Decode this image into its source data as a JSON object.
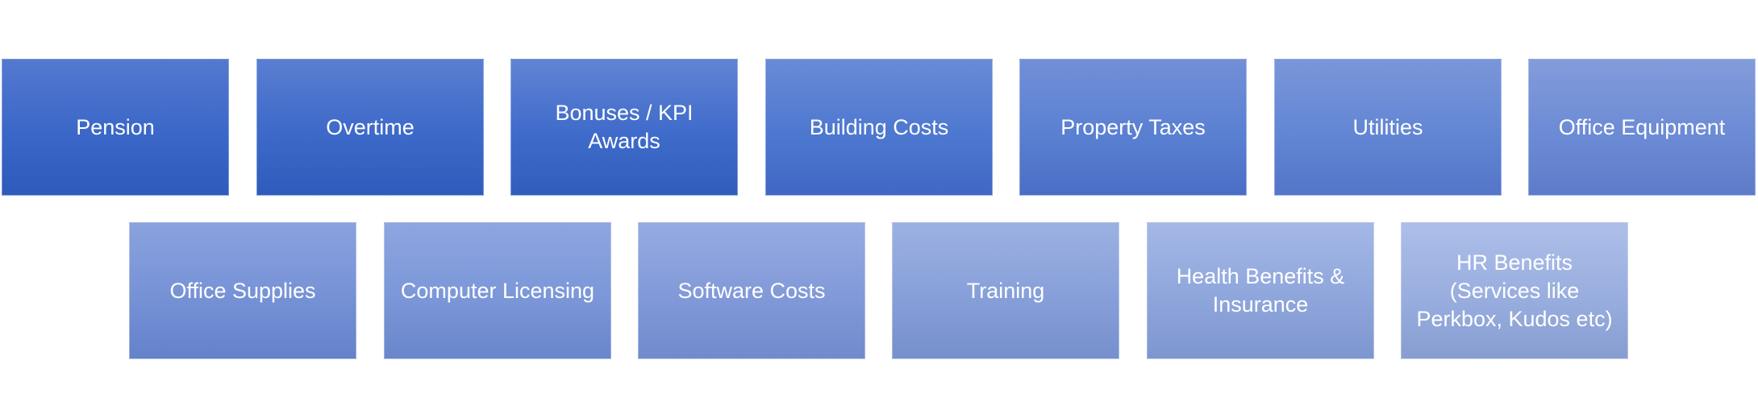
{
  "diagram": {
    "row1": [
      {
        "label": "Pension"
      },
      {
        "label": "Overtime"
      },
      {
        "label": "Bonuses / KPI\nAwards"
      },
      {
        "label": "Building Costs"
      },
      {
        "label": "Property Taxes"
      },
      {
        "label": "Utilities"
      },
      {
        "label": "Office Equipment"
      }
    ],
    "row2": [
      {
        "label": "Office Supplies"
      },
      {
        "label": "Computer Licensing"
      },
      {
        "label": "Software Costs"
      },
      {
        "label": "Training"
      },
      {
        "label": "Health Benefits &\nInsurance"
      },
      {
        "label": "HR Benefits\n(Services like\nPerkbox, Kudos etc)"
      }
    ]
  },
  "colors": {
    "box_dark": "#2e5bbb",
    "box_light": "#adbfe9",
    "text": "#ffffff",
    "background": "#ffffff"
  }
}
